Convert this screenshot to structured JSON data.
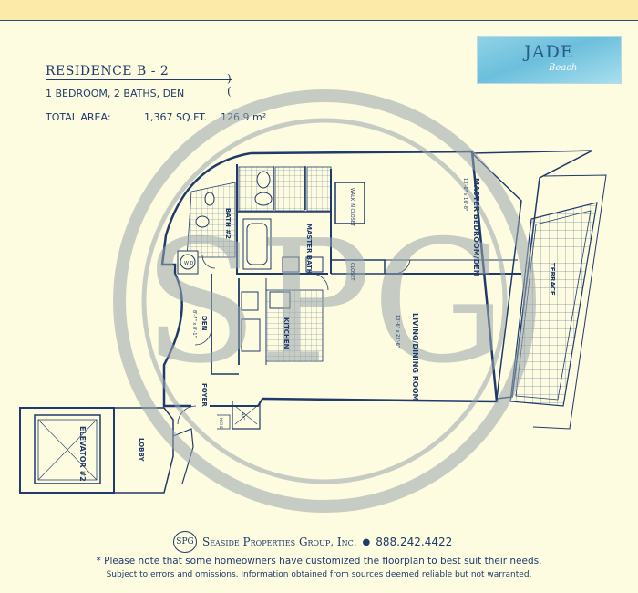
{
  "residence": {
    "title": "RESIDENCE B - 2",
    "rule_mark": ")(",
    "subtitle": "1 BEDROOM, 2 BATHS, DEN",
    "area_label": "TOTAL AREA:",
    "area_sqft": "1,367 SQ.FT.",
    "area_m2": "126.9 m²"
  },
  "logo": {
    "main": "JADE",
    "sub": "Beach"
  },
  "watermark": "SPG",
  "rooms": {
    "master_bedroom": "MASTER BEDROOM/DEN",
    "master_bedroom_dims": "13'-0\" x 16'-8\"",
    "walk_in_closet": "WALK IN CLOSET",
    "master_bath": "MASTER BATH",
    "bath2": "BATH #2",
    "closet": "CLOSET",
    "living": "LIVING/DINING ROOM",
    "living_dims": "13'-6\" x 22'-6\"",
    "kitchen": "KITCHEN",
    "den": "DEN",
    "den_dims": "8'-7\" x 8'-1\"",
    "foyer": "FOYER",
    "terrace": "TERRACE",
    "elevator": "ELEVATOR #2",
    "lobby": "LOBBY",
    "ac": "A/C",
    "niche": "NICHE",
    "wd": "W D"
  },
  "footer": {
    "badge": "SPG",
    "company": "Seaside Properties Group, Inc.",
    "separator": "●",
    "phone": "888.242.4422",
    "note": "* Please note that some homeowners have customized the floorplan to best suit their needs.",
    "disclaimer": "Subject to errors and omissions. Information obtained from sources deemed reliable but not warranted."
  }
}
